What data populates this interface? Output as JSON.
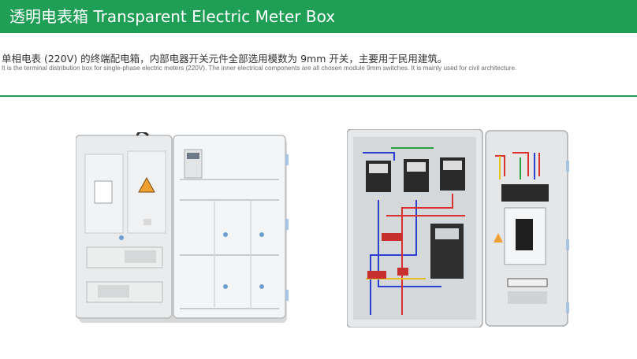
{
  "header": {
    "title": "透明电表箱 Transparent Electric Meter Box",
    "background": "#1f9e55"
  },
  "description": {
    "chinese": "单相电表 (220V) 的终端配电箱，内部电器开关元件全部选用模数为 9mm 开关，主要用于民用建筑。",
    "english": "It is the terminal distribution box for single-phase electric meters (220V). The inner electrical components are all chosen module 9mm switches. It is mainly used for civil architecture."
  },
  "accent_color": "#1f9e55",
  "photos": [
    {
      "name": "closed-meter-box-photo"
    },
    {
      "name": "open-meter-box-photo"
    }
  ]
}
